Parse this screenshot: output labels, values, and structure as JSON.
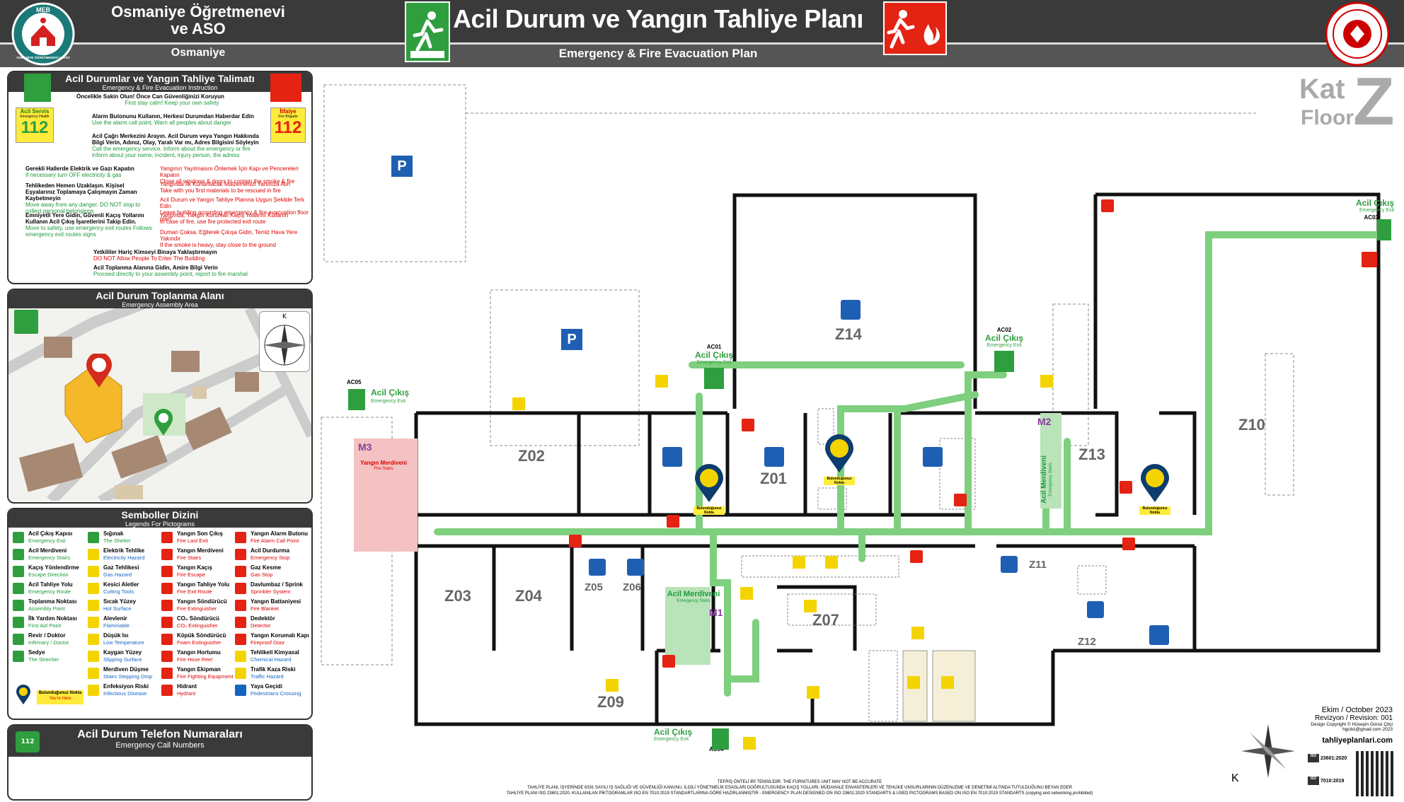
{
  "header": {
    "org_line1": "Osmaniye Öğretmenevi",
    "org_line2": "ve ASO",
    "city": "Osmaniye",
    "title": "Acil Durum ve Yangın Tahliye Planı",
    "subtitle": "Emergency & Fire Evacuation Plan",
    "logo_left_text": "MEB",
    "logo_left_ring": "OSMANİYE ÖĞRETMENEVİ ve ASO"
  },
  "instructions": {
    "title": "Acil Durumlar ve Yangın Tahliye Talimatı",
    "subtitle": "Emergency & Fire Evacuation Instruction",
    "ambulance_label": "Acil Servis",
    "ambulance_sub": "Emergency Health",
    "ambulance_num": "112",
    "fire_label": "İtfaiye",
    "fire_sub": "Fire Brigade",
    "fire_num": "112",
    "items_top": [
      {
        "tr": "Öncelikle Sakin Olun! Önce Can Güvenliğinizi Koruyun",
        "en": "First stay calm! Keep your own safety"
      },
      {
        "tr": "Alarm Butonunu Kullanın, Herkesi Durumdan Haberdar Edin",
        "en": "Use the alarm call point, Warn all peoples about danger"
      },
      {
        "tr": "Acil Çağrı Merkezini Arayın. Acil Durum veya Yangın Hakkında Bilgi Verin, Adınız, Olay, Yaralı Var mı, Adres Bilgisini Söyleyin",
        "en": "Call the emergency service. Inform about the emergency or fire inform about your name, incident, injury person, the adress"
      }
    ],
    "items_left": [
      {
        "tr": "Gerekli Hallerde Elektrik ve Gazı Kapatın",
        "en": "If necessary turn OFF electricity & gas"
      },
      {
        "tr": "Tehlikeden Hemen Uzaklaşın. Kişisel Eşyalarınız Toplamaya Çalışmayın Zaman Kaybetmeyin",
        "en": "Move away from any danger. DO NOT stop to collect personal belongings"
      },
      {
        "tr": "Emniyetli Yere Gidin, Güvenli Kaçış Yollarını Kullanın Acil Çıkış İşaretlerini Takip Edin.",
        "en": "Move to safety, use emergency exit routes Follows emergency exit routes signs"
      }
    ],
    "items_right": [
      {
        "tr": "Yangının Yayılmasını Önlemek İçin Kapı ve Pencereleri Kapatın",
        "en": "Close all windows & doors to contain the smoke & fire"
      },
      {
        "tr": "Yangında İlk Kurtarılacak Malzemenizi Yanınıza Alın",
        "en": "Take with you first materials to be rescued in fire"
      },
      {
        "tr": "Acil Durum ve Yangın Tahliye Planına Uygun Şekilde Terk Edin",
        "en": "Leave building according emergency & fire evacuation floor plan"
      },
      {
        "tr": "Yangında, Yangın Korumalı Kaçış Yollarını Kullanın",
        "en": "In case of fire, use fire protected exit route"
      },
      {
        "tr": "Duman Çoksa, Eğilerek Çıkışa Gidin, Temiz Hava Yere Yakındır",
        "en": "If the smoke is heavy, stay close to the ground"
      }
    ],
    "items_bottom": [
      {
        "tr": "Yetkililer Hariç Kimseyi Binaya Yaklaştırmayın",
        "en": "DO NOT Allow People To Enter The Building"
      },
      {
        "tr": "Acil Toplanma Alanına Gidin, Amire Bilgi Verin",
        "en": "Proceed directly to your assembly point, report to fire marshal"
      }
    ]
  },
  "assembly": {
    "title": "Acil Durum Toplanma Alanı",
    "subtitle": "Emergency Assembly Area",
    "compass_k": "K"
  },
  "legend": {
    "title": "Semboller Dizini",
    "subtitle": "Legends For Pictograms",
    "col1": [
      {
        "tr": "Acil Çıkış Kapısı",
        "en": "Emergency Exit",
        "c": "#2e9e3e",
        "k": "g"
      },
      {
        "tr": "Acil Merdiveni",
        "en": "Emergency Stairs",
        "c": "#2e9e3e",
        "k": "g"
      },
      {
        "tr": "Kaçış Yönlendirme",
        "en": "Escape Direction",
        "c": "#2e9e3e",
        "k": "g"
      },
      {
        "tr": "Acil Tahliye Yolu",
        "en": "Emergency Route",
        "c": "#2e9e3e",
        "k": "g"
      },
      {
        "tr": "Toplanma Noktası",
        "en": "Assembly Point",
        "c": "#2e9e3e",
        "k": "g"
      },
      {
        "tr": "İlk Yardım Noktası",
        "en": "First Aid Point",
        "c": "#2e9e3e",
        "k": "g"
      },
      {
        "tr": "Revir / Doktor",
        "en": "Infirmary / Doctor",
        "c": "#2e9e3e",
        "k": "g"
      },
      {
        "tr": "Sedye",
        "en": "The Strecher",
        "c": "#2e9e3e",
        "k": "g"
      }
    ],
    "col2": [
      {
        "tr": "Sığınak",
        "en": "The Shelter",
        "c": "#2e9e3e",
        "k": "g"
      },
      {
        "tr": "Elektrik Tehlike",
        "en": "Electricity Hazard",
        "c": "#f3d400",
        "k": "bl"
      },
      {
        "tr": "Gaz Tehlikesi",
        "en": "Gas Hazard",
        "c": "#f3d400",
        "k": "bl"
      },
      {
        "tr": "Kesici Aletler",
        "en": "Cutting Tools",
        "c": "#f3d400",
        "k": "bl"
      },
      {
        "tr": "Sıcak Yüzey",
        "en": "Hot Surface",
        "c": "#f3d400",
        "k": "bl"
      },
      {
        "tr": "Alevlenir",
        "en": "Flammable",
        "c": "#f3d400",
        "k": "bl"
      },
      {
        "tr": "Düşük Isı",
        "en": "Low Temperature",
        "c": "#f3d400",
        "k": "bl"
      },
      {
        "tr": "Kaygan Yüzey",
        "en": "Slipping Surface",
        "c": "#f3d400",
        "k": "bl"
      },
      {
        "tr": "Merdiven Düşme",
        "en": "Stairs Stepping Drop",
        "c": "#f3d400",
        "k": "bl"
      },
      {
        "tr": "Enfeksiyon Riski",
        "en": "Infectious Disease",
        "c": "#f3d400",
        "k": "bl"
      }
    ],
    "col3": [
      {
        "tr": "Yangın Son Çıkış",
        "en": "Fire Last Exit",
        "c": "#e42313",
        "k": "r"
      },
      {
        "tr": "Yangın Merdiveni",
        "en": "Fire Stairs",
        "c": "#e42313",
        "k": "r"
      },
      {
        "tr": "Yangın Kaçış",
        "en": "Fire Escape",
        "c": "#e42313",
        "k": "r"
      },
      {
        "tr": "Yangın Tahliye Yolu",
        "en": "Fire Exit Route",
        "c": "#e42313",
        "k": "r"
      },
      {
        "tr": "Yangın Söndürücü",
        "en": "Fire Extinguisher",
        "c": "#e42313",
        "k": "r"
      },
      {
        "tr": "CO₂ Söndürücü",
        "en": "CO₂ Extinguisher",
        "c": "#e42313",
        "k": "r"
      },
      {
        "tr": "Köpük Söndürücü",
        "en": "Foam Extinguisher",
        "c": "#e42313",
        "k": "r"
      },
      {
        "tr": "Yangın Hortumu",
        "en": "Fire Hose Reel",
        "c": "#e42313",
        "k": "r"
      },
      {
        "tr": "Yangın Ekipman",
        "en": "Fire Fighting Equipment",
        "c": "#e42313",
        "k": "r"
      },
      {
        "tr": "Hidrant",
        "en": "Hydrant",
        "c": "#e42313",
        "k": "r"
      }
    ],
    "col4": [
      {
        "tr": "Yangın Alarm Butonu",
        "en": "Fire Alarm Call Point",
        "c": "#e42313",
        "k": "r"
      },
      {
        "tr": "Acil Durdurma",
        "en": "Emergency Stop",
        "c": "#e42313",
        "k": "r"
      },
      {
        "tr": "Gaz Kesme",
        "en": "Gas Stop",
        "c": "#e42313",
        "k": "r"
      },
      {
        "tr": "Davlumbaz / Sprink",
        "en": "Sprinkler System",
        "c": "#e42313",
        "k": "r"
      },
      {
        "tr": "Yangın Battaniyesi",
        "en": "Fire Blanket",
        "c": "#e42313",
        "k": "r"
      },
      {
        "tr": "Dedektör",
        "en": "Detector",
        "c": "#e42313",
        "k": "r"
      },
      {
        "tr": "Yangın Korumalı Kapı",
        "en": "Fireproof Door",
        "c": "#e42313",
        "k": "r"
      },
      {
        "tr": "Tehlikeli Kimyasal",
        "en": "Chemical Hazard",
        "c": "#f3d400",
        "k": "bl"
      },
      {
        "tr": "Trafik Kaza Riski",
        "en": "Traffic Hazard",
        "c": "#f3d400",
        "k": "bl"
      },
      {
        "tr": "Yaya Geçidi",
        "en": "Pedestrians Crossing",
        "c": "#1565c0",
        "k": "bl"
      }
    ],
    "you_are_here_tr": "Bulunduğunuz Nokta",
    "you_are_here_en": "You're Here"
  },
  "phones": {
    "title": "Acil Durum Telefon Numaraları",
    "subtitle": "Emergency Call Numbers",
    "icon_num": "112"
  },
  "floor": {
    "kat": "Kat",
    "floor_en": "Floor",
    "level": "Z"
  },
  "map": {
    "rooms": {
      "z01": "Z01",
      "z02": "Z02",
      "z03": "Z03",
      "z04": "Z04",
      "z05": "Z05",
      "z06": "Z06",
      "z07": "Z07",
      "z09": "Z09",
      "z10": "Z10",
      "z11": "Z11",
      "z12": "Z12",
      "z13": "Z13",
      "z14": "Z14"
    },
    "exit_tr": "Acil Çıkış",
    "exit_en": "Emergency Exit",
    "exit_codes": {
      "ac01": "AC01",
      "ac02": "AC02",
      "ac03": "AC03",
      "ac04": "AC04",
      "ac05": "AC05"
    },
    "stairs": {
      "m1": "M1",
      "m1_label": "Acil Merdiveni",
      "m1_sub": "Emergency Stairs",
      "m2": "M2",
      "m2_label": "Acil Merdiveni",
      "m2_sub": "Emergency Stairs",
      "m3": "M3",
      "m3_label": "Yangın Merdiveni",
      "m3_sub": "Fire Stairs"
    },
    "parking": "P",
    "you_are_here_tr": "Bulunduğunuz Nokta",
    "you_are_here_en": "You're Here"
  },
  "footer": {
    "date": "Ekim / October 2023",
    "revision": "Revizyon / Revision: 001",
    "design": "Design Copyright © Hüseyin Gürsü Çitçi",
    "email": "hgcitci@gmail.com 2023",
    "website": "tahliyeplanlari.com",
    "iso1": "23601:2020",
    "iso2": "7010:2019",
    "north": "K",
    "disclaimer1": "TEFRİŞ ÖNTELİ İRİ TEMSİLİDİR. THE FURNITURES UNIT MAY NOT BE ACCURATE",
    "disclaimer2": "TAHLİYE PLANI, İŞYERİNDE 6331 SAYILI İŞ SAĞLIĞI VE GÜVENLİĞİ KANUNU, İLGİLİ YÖNETMELİK ESASLARI DOĞRULTUSUNDA KAÇIŞ YOLLARI, MÜDAHALE ENVANTERLERİ VE TEHLİKE UNSURLARININ DÜZENLEME VE DENETİMİ ALTINDA TUTULDUĞUNU BEYAN EDER",
    "disclaimer3": "TAHLİYE PLANI ISO 23601:2020, KULLANILAN PİKTOGRAMLAR ISO EN 7010:2019 STANDARTLARINA GÖRE HAZIRLANMIŞTIR - EMERGENCY PLAN DESIGNED ON ISO 23601:2020 STANDARTS & USED PICTOGRAMS BASED ON ISO EN 7010:2019 STANDARTS (copying and networking prohibited)"
  },
  "colors": {
    "header_bg": "#3a3a3a",
    "exit_green": "#2e9e3e",
    "route_green": "#7ecf7e",
    "fire_red": "#e42313",
    "warning_yellow": "#f3d400",
    "info_blue": "#1565c0"
  }
}
